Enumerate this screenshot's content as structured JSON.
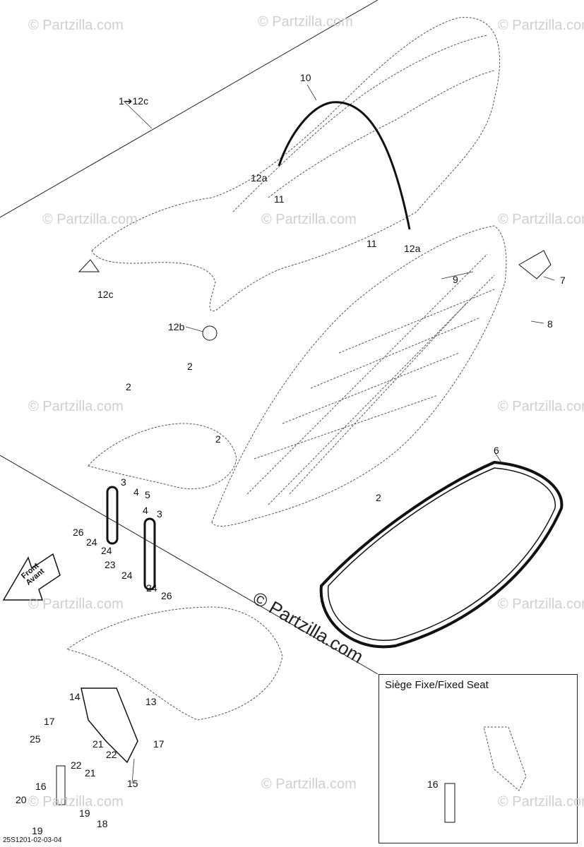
{
  "document_code": "25S1201-02-03-04",
  "inset_title": "Siège Fixe/Fixed Seat",
  "main_watermark": "© Partzilla.com",
  "tiled_watermark": "© Partzilla.com",
  "front_arrow": {
    "line1": "Front",
    "line2": "Avant"
  },
  "callouts": {
    "c_1_12c": "1➔12c",
    "c_10": "10",
    "c_12a_top": "12a",
    "c_11_top": "11",
    "c_11_mid": "11",
    "c_12a_mid": "12a",
    "c_9": "9",
    "c_7": "7",
    "c_8": "8",
    "c_12c": "12c",
    "c_12b": "12b",
    "c_2_a": "2",
    "c_2_b": "2",
    "c_2_c": "2",
    "c_2_d": "2",
    "c_6": "6",
    "c_3_a": "3",
    "c_3_b": "3",
    "c_4_a": "4",
    "c_4_b": "4",
    "c_5": "5",
    "c_26_a": "26",
    "c_26_b": "26",
    "c_24_a": "24",
    "c_24_b": "24",
    "c_24_c": "24",
    "c_24_d": "24",
    "c_23": "23",
    "c_14": "14",
    "c_13": "13",
    "c_17_a": "17",
    "c_17_b": "17",
    "c_25": "25",
    "c_21_a": "21",
    "c_21_b": "21",
    "c_22_a": "22",
    "c_22_b": "22",
    "c_16_main": "16",
    "c_15": "15",
    "c_20": "20",
    "c_19_a": "19",
    "c_19_b": "19",
    "c_18": "18",
    "c_16_inset": "16"
  }
}
